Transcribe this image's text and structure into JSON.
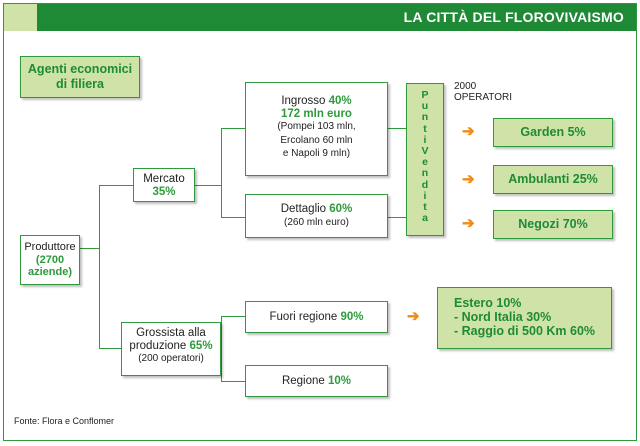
{
  "header": {
    "title": "LA CITTÀ DEL FLOROVIVAISMO"
  },
  "legend_box": {
    "line1": "Agenti economici",
    "line2": "di filiera"
  },
  "produttore": {
    "line1": "Produttore",
    "line2": "(2700",
    "line3": "aziende)"
  },
  "mercato": {
    "label": "Mercato",
    "pct": "35%"
  },
  "ingrosso": {
    "label": "Ingrosso",
    "pct": "40%",
    "value": "172 mln euro",
    "d1": "(Pompei 103 mln,",
    "d2": "Ercolano 60 mln",
    "d3": "e Napoli 9 mln)"
  },
  "dettaglio": {
    "label": "Dettaglio",
    "pct": "60%",
    "detail": "(260 mln euro)"
  },
  "punti_vendita": {
    "letters": [
      "P",
      "u",
      "n",
      "t",
      "i",
      "V",
      "e",
      "n",
      "d",
      "i",
      "t",
      "a"
    ]
  },
  "operatori": {
    "line1": "2000",
    "line2": "OPERATORI"
  },
  "outlets": [
    {
      "label": "Garden 5%"
    },
    {
      "label": "Ambulanti 25%"
    },
    {
      "label": "Negozi 70%"
    }
  ],
  "grossista": {
    "line1": "Grossista alla",
    "line2": "produzione",
    "pct": "65%",
    "detail": "(200 operatori)"
  },
  "fuori_regione": {
    "label": "Fuori regione",
    "pct": "90%"
  },
  "regione": {
    "label": "Regione",
    "pct": "10%"
  },
  "estero": {
    "line1": "Estero 10%",
    "line2": "- Nord Italia 30%",
    "line3": "- Raggio di 500 Km 60%"
  },
  "source": {
    "text": "Fonte: Flora e Conflomer"
  },
  "colors": {
    "brand_green": "#1f8a36",
    "light_green": "#cfe3a8",
    "arrow_orange": "#f08a1c"
  }
}
